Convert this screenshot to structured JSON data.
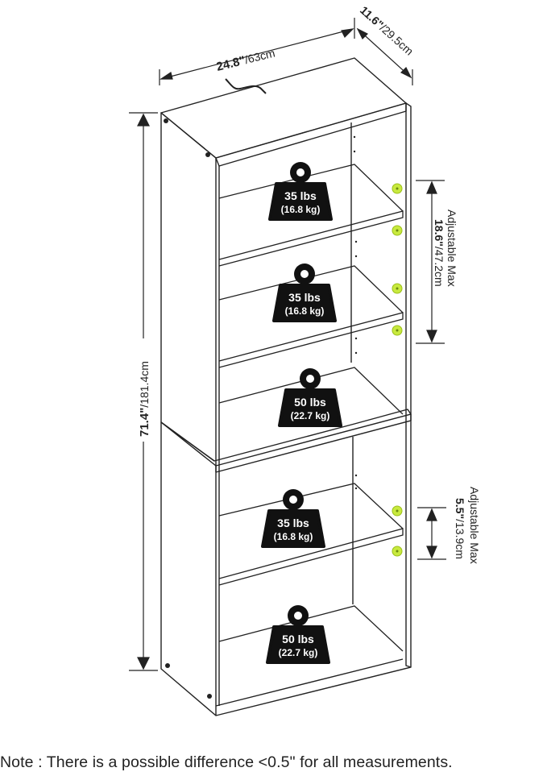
{
  "dimensions": {
    "width": {
      "in": "24.8\"",
      "cm": "/63cm"
    },
    "depth": {
      "in": "11.6\"",
      "cm": "/29.5cm"
    },
    "height": {
      "in": "71.4\"",
      "cm": "/181.4cm"
    },
    "adjustable_upper": {
      "label": "Adjustable Max",
      "in": "18.6\"",
      "cm": "/47.2cm"
    },
    "adjustable_lower": {
      "label": "Adjustable Max",
      "in": "5.5\"",
      "cm": "/13.9cm"
    }
  },
  "weights": [
    {
      "lbs": "35 lbs",
      "kg": "(16.8 kg)"
    },
    {
      "lbs": "35 lbs",
      "kg": "(16.8 kg)"
    },
    {
      "lbs": "50 lbs",
      "kg": "(22.7 kg)"
    },
    {
      "lbs": "35 lbs",
      "kg": "(16.8 kg)"
    },
    {
      "lbs": "50 lbs",
      "kg": "(22.7 kg)"
    }
  ],
  "colors": {
    "line": "#222222",
    "weight": "#111111",
    "peg": "#c8ea3e"
  },
  "note": "Note : There is a possible difference <0.5\" for all measurements."
}
